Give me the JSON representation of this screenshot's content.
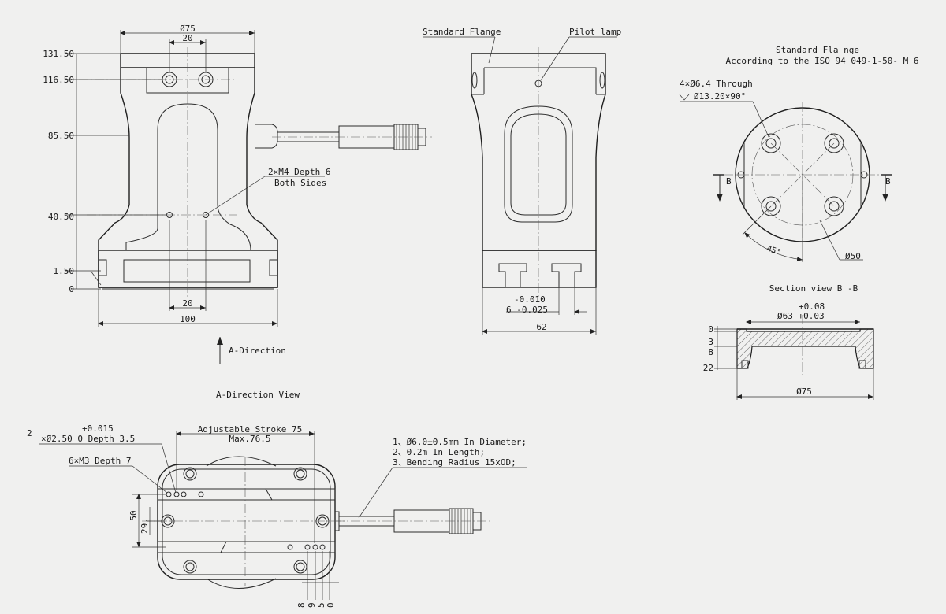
{
  "front_view": {
    "dim_phi75": "Ø75",
    "dim_20_top": "20",
    "dim_131": "131.50",
    "dim_116": "116.50",
    "dim_85": "85.50",
    "dim_40": "40.50",
    "dim_1_5": "1.50",
    "dim_0": "0",
    "dim_20_bottom": "20",
    "dim_100": "100",
    "note_m4_line1": "2×M4 Depth 6",
    "note_m4_line2": "Both Sides",
    "arrow_label": "A-Direction"
  },
  "side_view": {
    "label_flange": "Standard Flange",
    "label_pilot": "Pilot lamp",
    "tol_upper": "-0.010",
    "tol_lower": "6 -0.025",
    "dim_62": "62"
  },
  "flange_view": {
    "title_line1": "Standard Fla  nge",
    "title_line2": "According to the ISO 94  049-1-50-  M  6",
    "hole_note_line1": "4×Ø6.4 Through",
    "hole_note_line2": "Ø13.20×90°",
    "section_mark_left": "B",
    "section_mark_right": "B",
    "dim_angle": "45°",
    "dim_phi50": "Ø50"
  },
  "section_view": {
    "title": "Section view B  -B",
    "tol_upper": "+0.08",
    "dim_phi63": "Ø63 +0.03",
    "dim_0": "0",
    "dim_3": "3",
    "dim_8": "8",
    "dim_22": "22",
    "dim_phi75": "Ø75"
  },
  "bottom_view": {
    "title": "A-Direction View",
    "pin_count": "2",
    "pin_tol": "+0.015",
    "pin_spec": "×Ø2.50   0     Depth 3.5",
    "m3_note": "6×M3 Depth 7",
    "stroke_line1": "Adjustable Stroke 75",
    "stroke_line2": "Max.76.5",
    "cable_note1": "1、Ø6.0±0.5mm In Diameter;",
    "cable_note2": "2、0.2m In Length;",
    "cable_note3": "3、Bending Radius 15xOD;",
    "dim_50": "50",
    "dim_29": "29.",
    "dim_8": "8",
    "dim_9": "9",
    "dim_5": "5",
    "dim_0": "0"
  }
}
